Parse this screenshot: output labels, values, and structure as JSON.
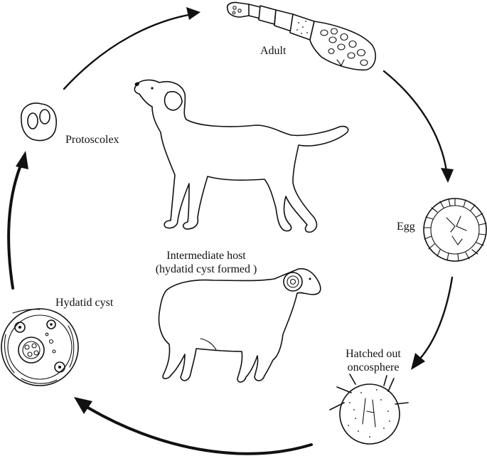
{
  "diagram": {
    "stages": [
      {
        "id": "adult",
        "label": "Adult",
        "icon": "tapeworm-adult-icon"
      },
      {
        "id": "egg",
        "label": "Egg",
        "icon": "egg-icon"
      },
      {
        "id": "oncosphere",
        "label_line1": "Hatched out",
        "label_line2": "oncosphere",
        "icon": "oncosphere-icon"
      },
      {
        "id": "hydatid",
        "label": "Hydatid cyst",
        "icon": "hydatid-cyst-icon"
      },
      {
        "id": "protoscolex",
        "label": "Protoscolex",
        "icon": "protoscolex-icon"
      }
    ],
    "intermediate_host": {
      "line1": "Intermediate host",
      "line2": "(hydatid cyst formed )",
      "icon": "sheep-icon"
    },
    "definitive_host_icon": "dog-icon",
    "flow": [
      "protoscolex",
      "adult",
      "egg",
      "oncosphere",
      "hydatid",
      "protoscolex"
    ]
  }
}
